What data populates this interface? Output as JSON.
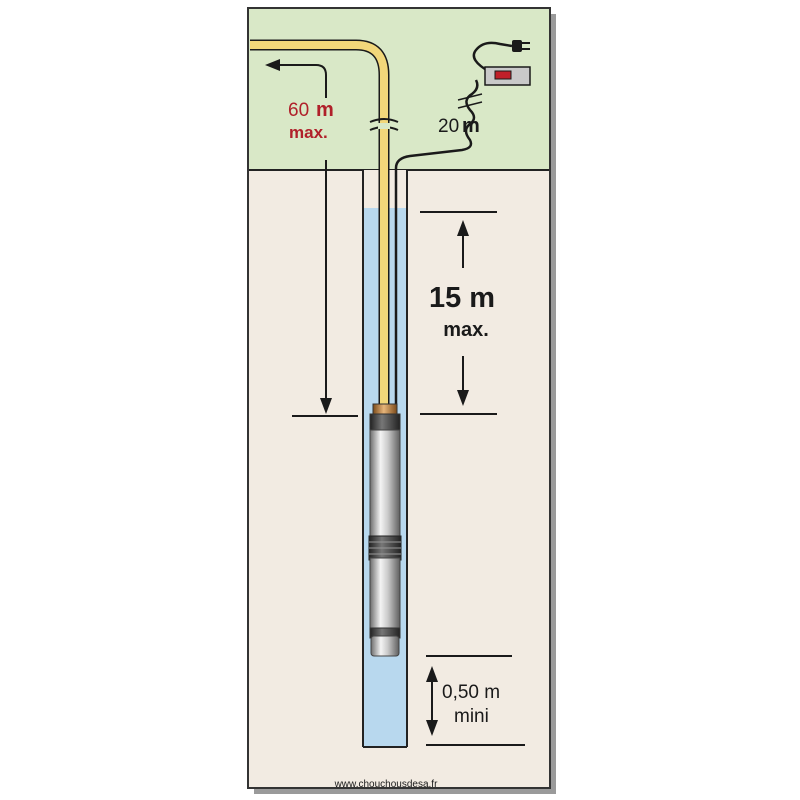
{
  "colors": {
    "surface": "#d9e8c7",
    "ground": "#f2ebe2",
    "water": "#b8d8ee",
    "pipe": "#f2d77a",
    "pipe_outline": "#1a1a1a",
    "accent_red": "#b0202a",
    "label_dark": "#1a1a1a",
    "control_box": "#c9c9c9"
  },
  "labels": {
    "pipe_length_value": "60",
    "pipe_length_unit": "m",
    "pipe_length_limit": "max.",
    "cable_length_value": "20",
    "cable_length_unit": "m",
    "depth_text": "15 m",
    "depth_limit": "max.",
    "clearance_value": "0,50 m",
    "clearance_limit": "mini"
  },
  "footer": {
    "url": "www.chouchousdesa.fr"
  },
  "icons": [
    "plug-icon",
    "control-box-icon",
    "submersible-pump-icon",
    "arrow-icons"
  ]
}
